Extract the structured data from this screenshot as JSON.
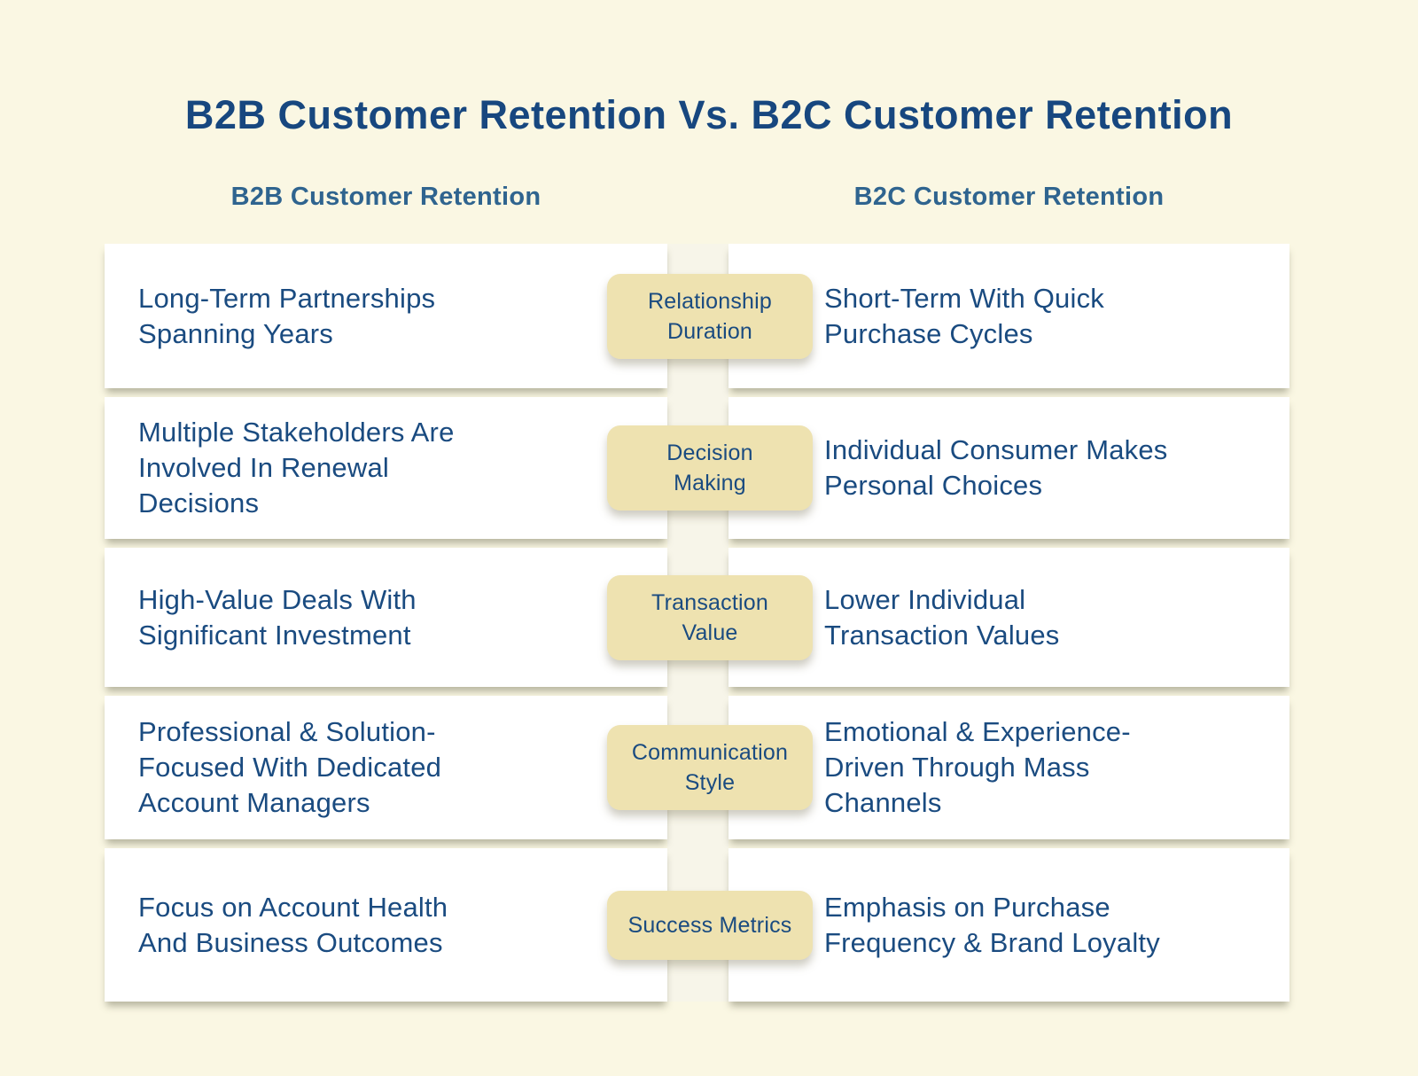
{
  "title": "B2B Customer Retention Vs. B2C Customer Retention",
  "column_headers": {
    "b2b": "B2B Customer Retention",
    "b2c": "B2C Customer Retention"
  },
  "rows": [
    {
      "label": "Relationship\nDuration",
      "b2b": "Long-Term Partnerships\nSpanning Years",
      "b2c": "Short-Term With Quick\nPurchase Cycles"
    },
    {
      "label": "Decision\nMaking",
      "b2b": "Multiple Stakeholders Are\nInvolved In Renewal\nDecisions",
      "b2c": "Individual Consumer Makes\nPersonal Choices"
    },
    {
      "label": "Transaction\nValue",
      "b2b": "High-Value Deals With\nSignificant Investment",
      "b2c": "Lower Individual\nTransaction Values"
    },
    {
      "label": "Communication\nStyle",
      "b2b": "Professional & Solution-\nFocused With Dedicated\nAccount Managers",
      "b2c": "Emotional & Experience-\nDriven Through Mass\nChannels"
    },
    {
      "label": "Success Metrics",
      "b2b": "Focus on Account Health\nAnd Business Outcomes",
      "b2c": "Emphasis on Purchase\nFrequency & Brand Loyalty"
    }
  ],
  "colors": {
    "background": "#FAF7E3",
    "center_strip": "#F7F5E9",
    "card_background": "#FFFFFF",
    "label_box_background": "#EEE2B0",
    "title_text": "#17477F",
    "column_header_text": "#2F648F",
    "body_text": "#1A4B80"
  }
}
